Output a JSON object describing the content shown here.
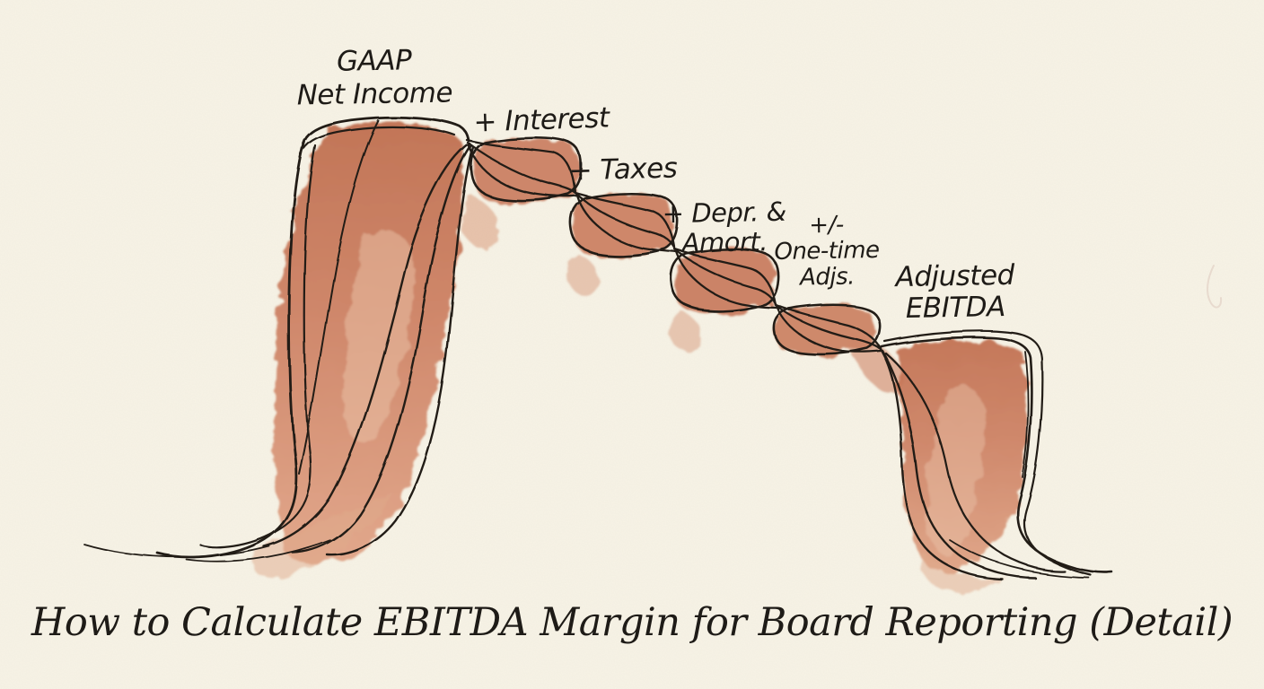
{
  "palette": {
    "background": "#f7f3e6",
    "ink": "#221e19",
    "text": "#1e1b17",
    "watercolor_mid": "#c97d5f",
    "watercolor_dark": "#bd6c4d",
    "watercolor_light": "#dfa285",
    "watercolor_bleed": "#d89a7b"
  },
  "labels": {
    "gaap": {
      "line1": "GAAP",
      "line2": "Net Income"
    },
    "interest": {
      "line1": "+ Interest"
    },
    "taxes": {
      "line1": "+ Taxes"
    },
    "depr": {
      "line1": "+ Depr. &",
      "line2": "Amort."
    },
    "onetime": {
      "line1": "+/-",
      "line2": "One-time",
      "line3": "Adjs."
    },
    "ebitda": {
      "line1": "Adjusted",
      "line2": "EBITDA"
    }
  },
  "title": {
    "text": "How to Calculate EBITDA Margin for Board Reporting (Detail)"
  }
}
